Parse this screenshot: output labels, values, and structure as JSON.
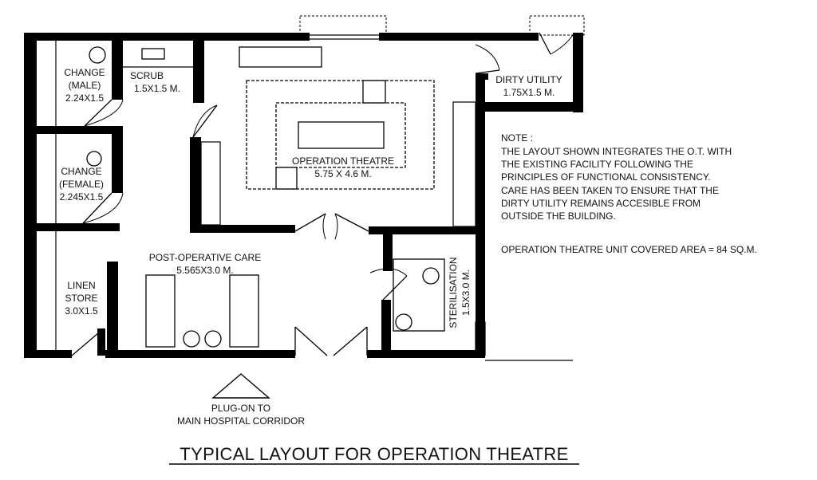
{
  "title": "TYPICAL LAYOUT FOR OPERATION THEATRE",
  "rooms": {
    "change_male": {
      "name": [
        "CHANGE",
        "(MALE)"
      ],
      "size": "2.24X1.5"
    },
    "scrub": {
      "name": "SCRUB",
      "size": "1.5X1.5 M."
    },
    "change_female": {
      "name": [
        "CHANGE",
        "(FEMALE)"
      ],
      "size": "2.245X1.5"
    },
    "linen_store": {
      "name": [
        "LINEN",
        "STORE"
      ],
      "size": "3.0X1.5"
    },
    "operation_theatre": {
      "name": "OPERATION THEATRE",
      "size": "5.75 X 4.6 M."
    },
    "dirty_utility": {
      "name": "DIRTY UTILITY",
      "size": "1.75X1.5 M."
    },
    "post_operative_care": {
      "name": "POST-OPERATIVE CARE",
      "size": "5.565X3.0 M."
    },
    "sterilisation": {
      "name": "STERILISATION",
      "size": "1.5X3.0 M."
    }
  },
  "entry": {
    "label": [
      "PLUG-ON TO",
      "MAIN HOSPITAL CORRIDOR"
    ]
  },
  "note": {
    "heading": "NOTE :",
    "lines": [
      "THE LAYOUT SHOWN INTEGRATES THE O.T. WITH",
      "THE EXISTING FACILITY FOLLOWING THE",
      "PRINCIPLES OF FUNCTIONAL CONSISTENCY.",
      "CARE HAS BEEN TAKEN TO ENSURE THAT THE",
      "DIRTY UTILITY REMAINS ACCESIBLE FROM",
      "OUTSIDE THE BUILDING."
    ],
    "area": "OPERATION THEATRE UNIT COVERED AREA = 84 SQ.M."
  }
}
